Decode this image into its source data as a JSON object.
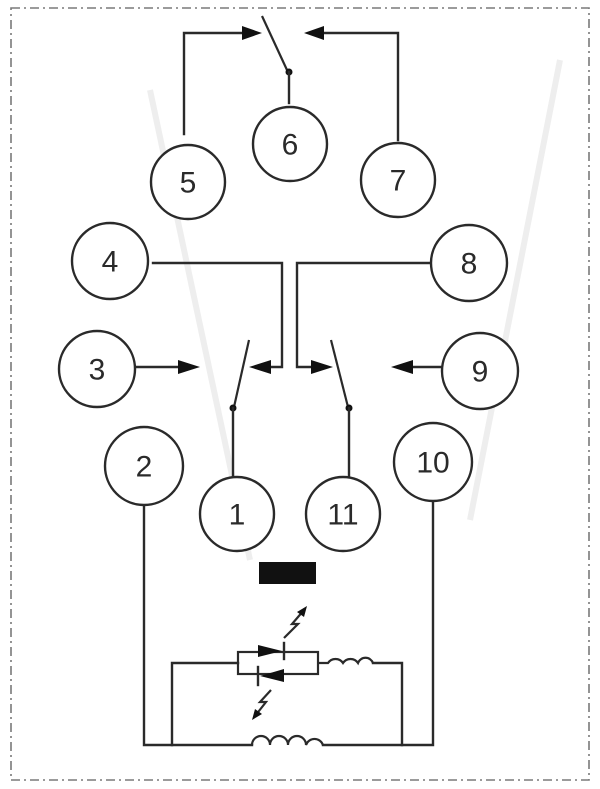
{
  "pins": [
    {
      "id": "pin-1",
      "label": "1"
    },
    {
      "id": "pin-2",
      "label": "2"
    },
    {
      "id": "pin-3",
      "label": "3"
    },
    {
      "id": "pin-4",
      "label": "4"
    },
    {
      "id": "pin-5",
      "label": "5"
    },
    {
      "id": "pin-6",
      "label": "6"
    },
    {
      "id": "pin-7",
      "label": "7"
    },
    {
      "id": "pin-8",
      "label": "8"
    },
    {
      "id": "pin-9",
      "label": "9"
    },
    {
      "id": "pin-10",
      "label": "10"
    },
    {
      "id": "pin-11",
      "label": "11"
    }
  ],
  "colors": {
    "line": "#2a2a2a",
    "frame": "#7a7a7a",
    "fill": "#111111"
  }
}
